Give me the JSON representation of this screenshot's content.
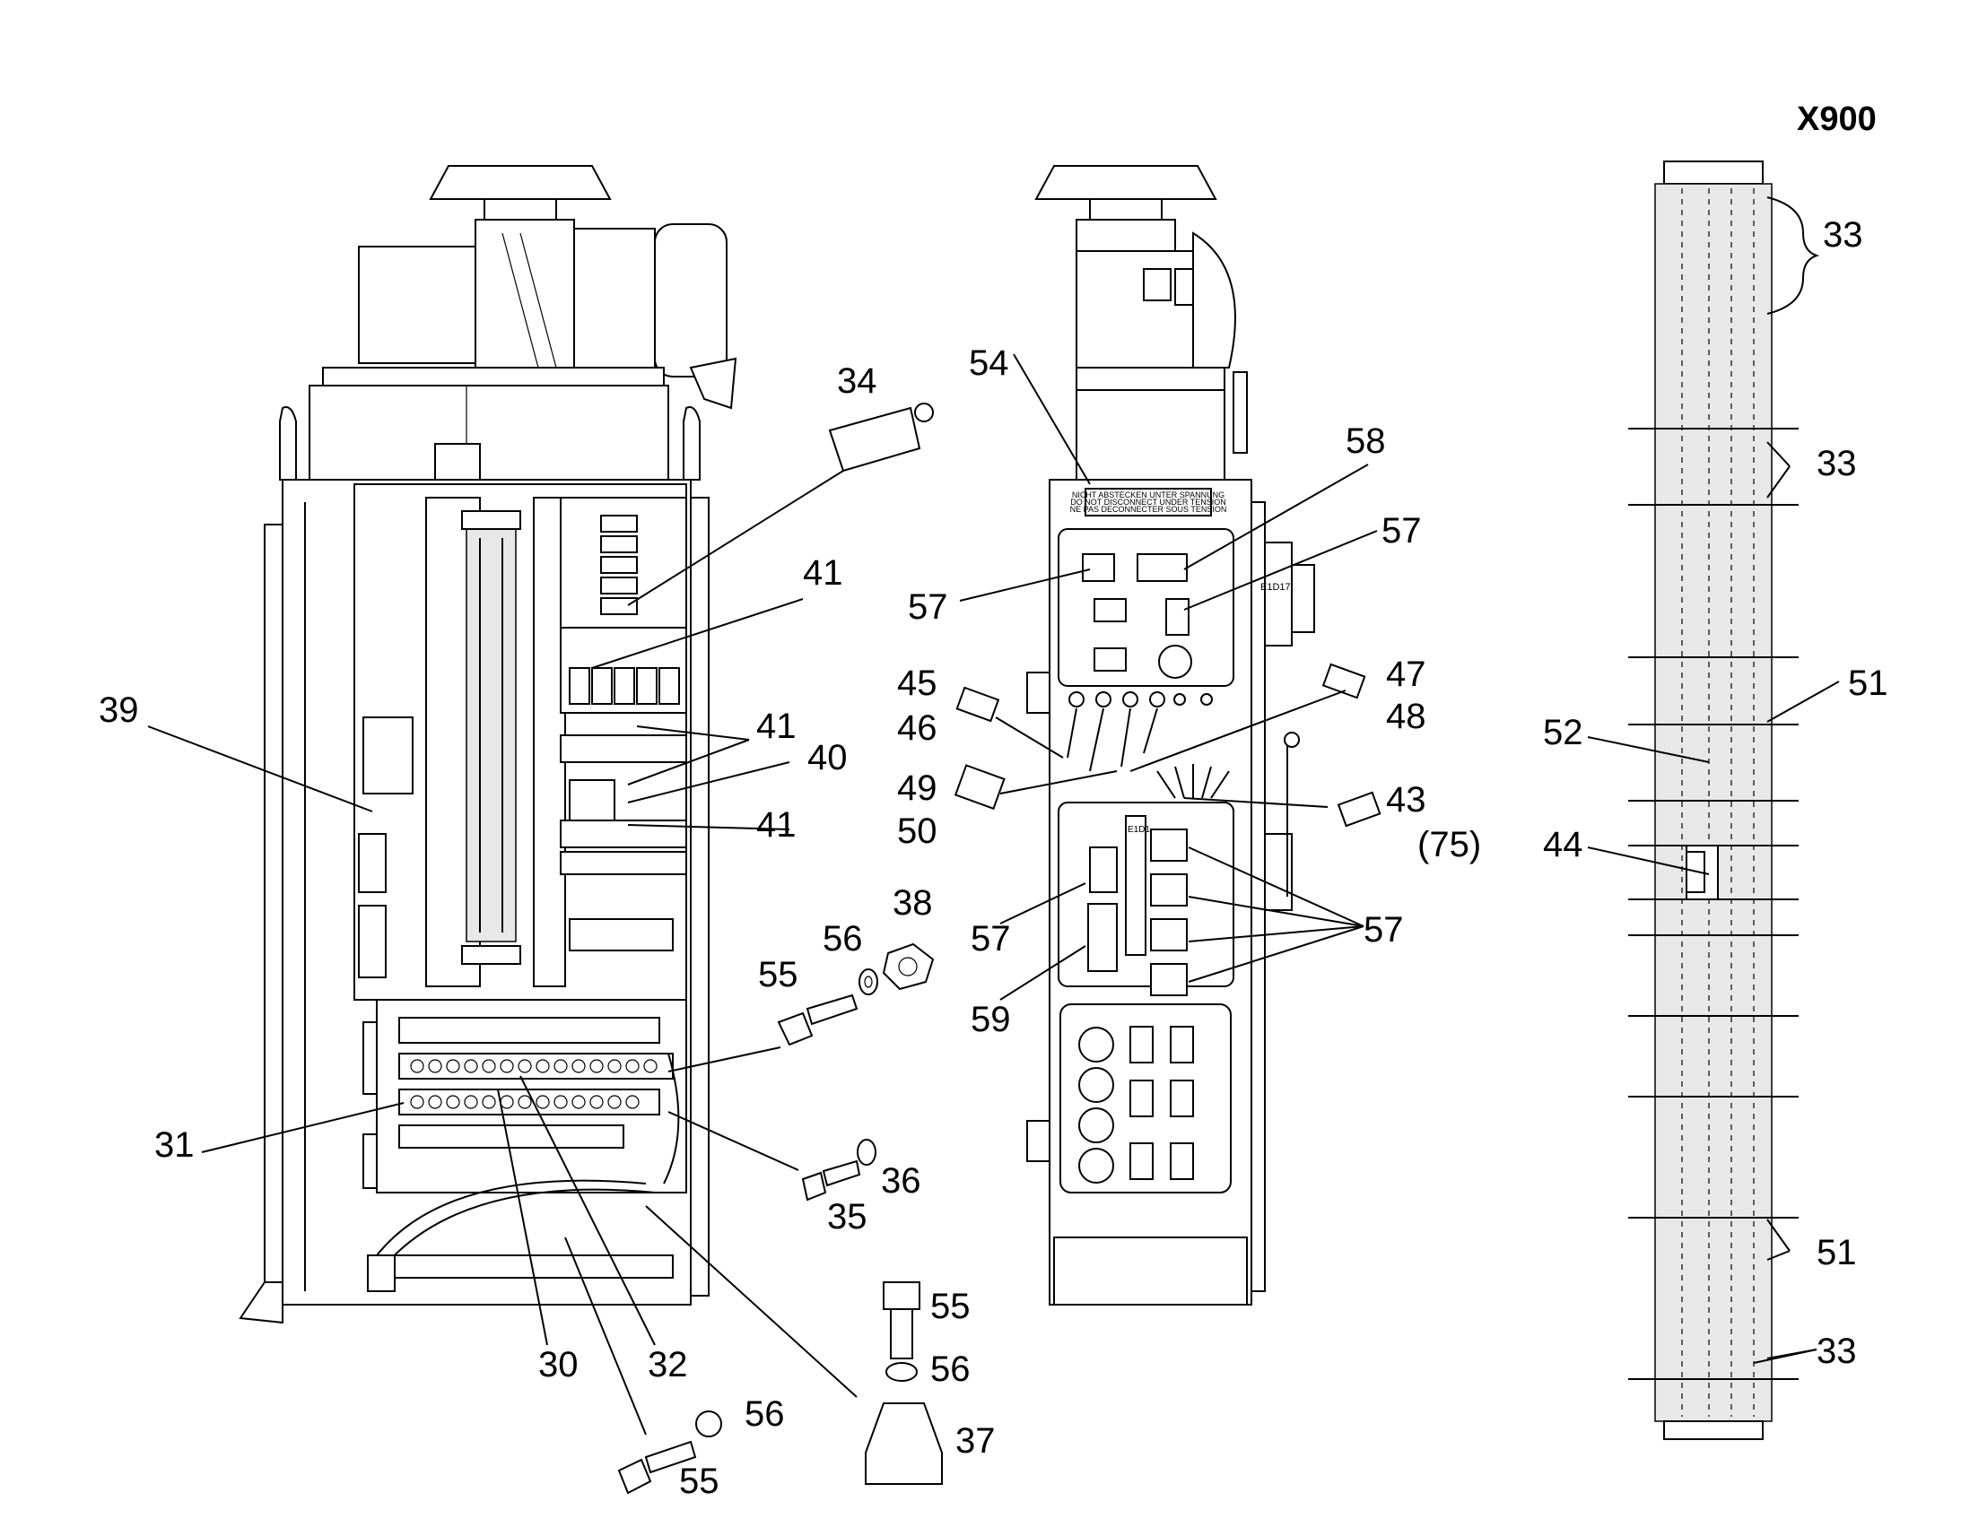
{
  "title": "X900",
  "callouts": {
    "c30": "30",
    "c31": "31",
    "c32": "32",
    "c33a": "33",
    "c33b": "33",
    "c33c": "33",
    "c34": "34",
    "c35": "35",
    "c36": "36",
    "c37": "37",
    "c38": "38",
    "c39": "39",
    "c40": "40",
    "c41a": "41",
    "c41b": "41",
    "c41c": "41",
    "c43": "43",
    "c43b": "(75)",
    "c44": "44",
    "c45": "45",
    "c46": "46",
    "c47": "47",
    "c48": "48",
    "c49": "49",
    "c50": "50",
    "c51a": "51",
    "c51b": "51",
    "c52": "52",
    "c54": "54",
    "c55a": "55",
    "c55b": "55",
    "c55c": "55",
    "c56a": "56",
    "c56b": "56",
    "c56c": "56",
    "c57a": "57",
    "c57b": "57",
    "c57c": "57",
    "c57d": "57",
    "c58": "58",
    "c59": "59"
  },
  "panel_labels": {
    "warning_1": "NICHT ABSTECKEN UNTER SPANNUNG",
    "warning_2": "DO NOT DISCONNECT UNDER TENSION",
    "warning_3": "NE PAS DECONNECTER SOUS TENSION",
    "side_tag": "E1D17",
    "id_tag": "E1D1"
  }
}
